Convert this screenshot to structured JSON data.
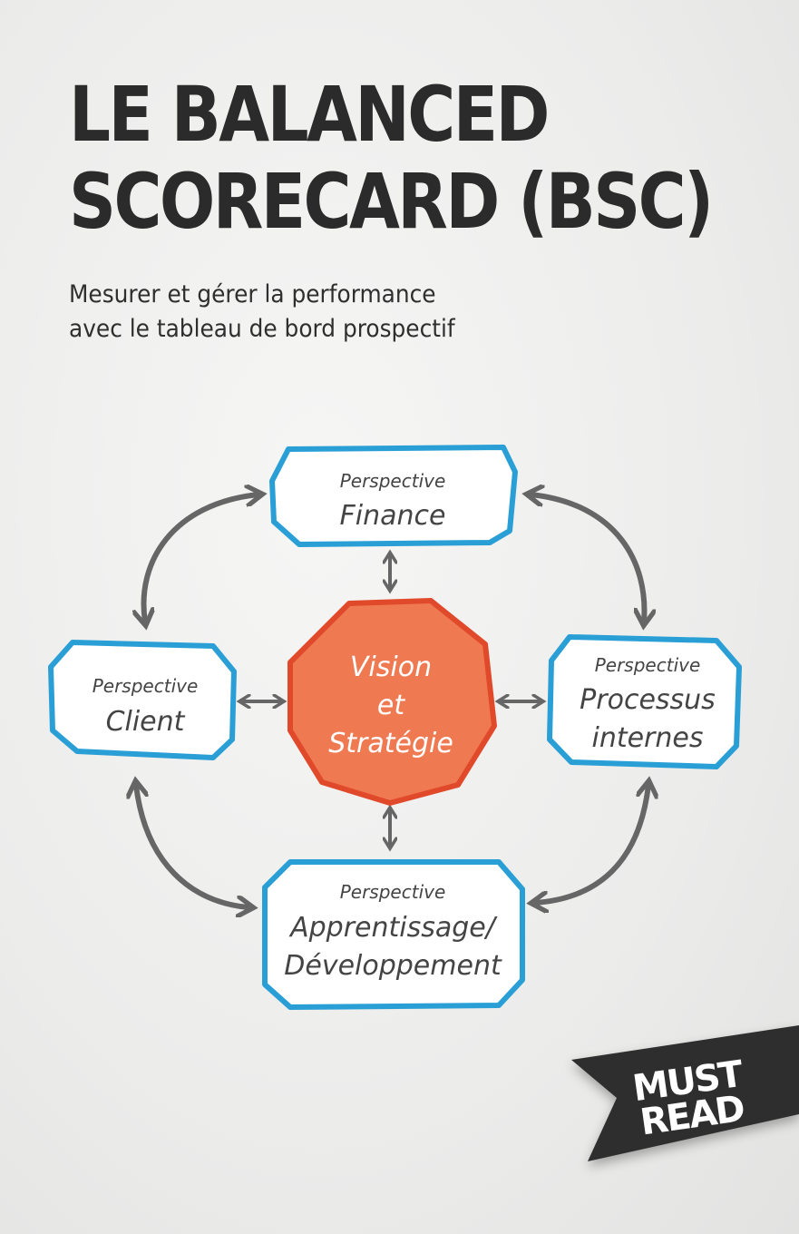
{
  "cover": {
    "title_line1": "LE BALANCED",
    "title_line2": "SCORECARD (BSC)",
    "subtitle_line1": "Mesurer et gérer la performance",
    "subtitle_line2": "avec le tableau de bord prospectif"
  },
  "diagram": {
    "center": {
      "line1": "Vision",
      "line2": "et",
      "line3": "Stratégie"
    },
    "finance": {
      "label": "Perspective",
      "name": "Finance"
    },
    "client": {
      "label": "Perspective",
      "name": "Client"
    },
    "processus": {
      "label": "Perspective",
      "name1": "Processus",
      "name2": "internes"
    },
    "apprentissage": {
      "label": "Perspective",
      "name1": "Apprentissage/",
      "name2": "Développement"
    }
  },
  "badge": {
    "line1": "MUST",
    "line2": "READ"
  },
  "colors": {
    "box_stroke": "#2a9fd6",
    "center_fill": "#ef7a52",
    "center_stroke": "#e04a2a",
    "arrow": "#666666",
    "badge": "#2e2e2e"
  }
}
